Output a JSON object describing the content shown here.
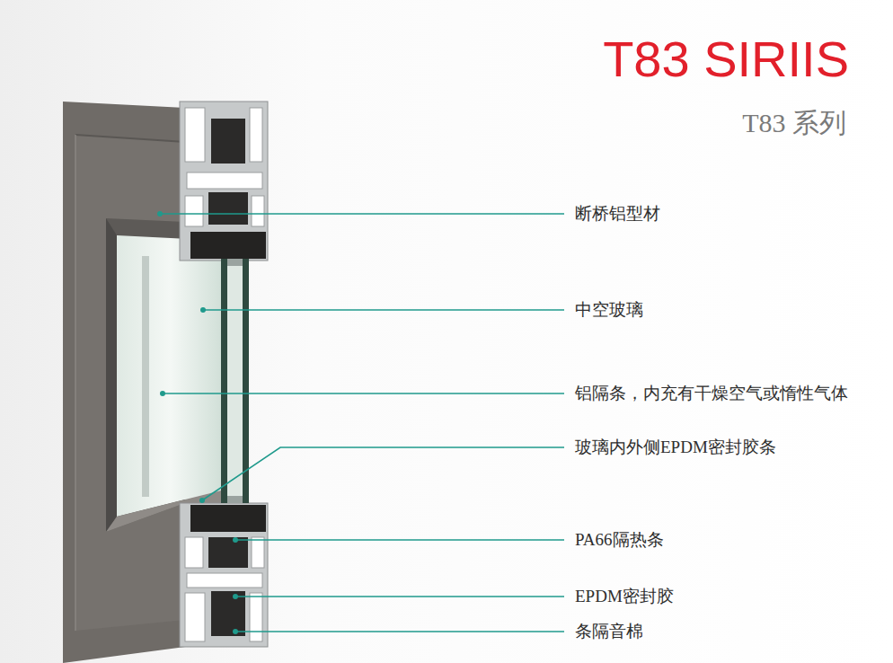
{
  "diagram": {
    "title": "T83 SIRIIS",
    "labels": [
      "T83 系列",
      "断桥铝型材",
      "中空玻璃",
      "铝隔条，内充有干燥空气或惰性气体",
      "玻璃内外侧EPDM密封胶条",
      "PA66隔热条",
      "EPDM密封胶",
      "条隔音棉"
    ]
  }
}
